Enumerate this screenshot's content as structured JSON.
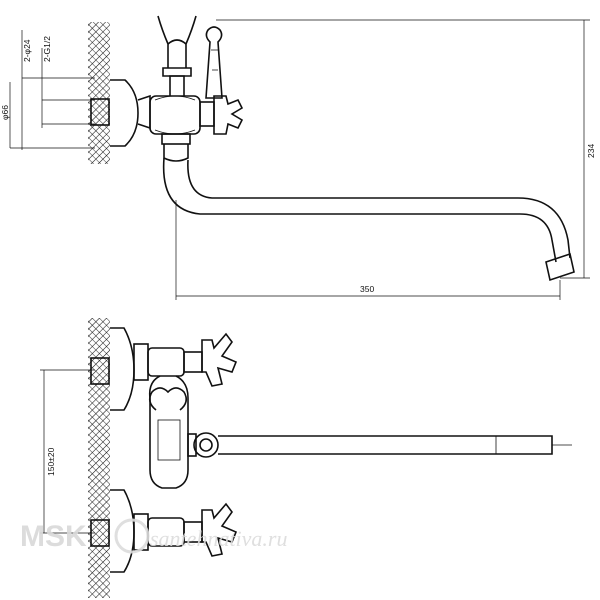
{
  "dimensions": {
    "inlet_diameter": "2-φ24",
    "thread": "2-G1/2",
    "base_diameter": "φ66",
    "height": "234",
    "spout_length": "350",
    "center_distance": "150±20"
  },
  "watermark": {
    "brand": "MSK",
    "site": "santehnativa.ru"
  },
  "colors": {
    "line": "#111111",
    "hatch": "#111111",
    "watermark": "#d9d9d9",
    "background": "#ffffff"
  }
}
